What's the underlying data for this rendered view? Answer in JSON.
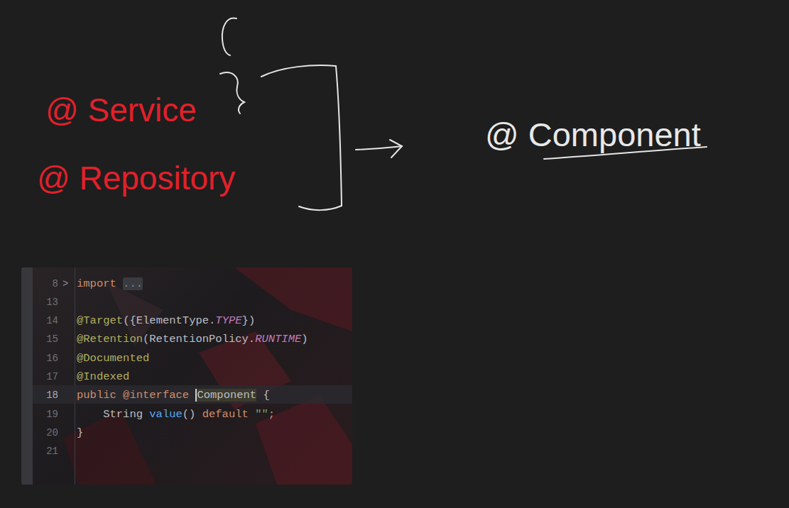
{
  "diagram": {
    "nodes": [
      {
        "text": [
          "8",
          ">",
          "import",
          "...",
          "13",
          "14",
          "@Target",
          "({ElementType.",
          "TYPE",
          "})",
          "15",
          "@Retention",
          "(RetentionPolicy.",
          "RUNTIME",
          ")",
          "16",
          "@Documented",
          "17",
          "@Indexed",
          "18",
          "public",
          "@interface",
          "Component",
          "{",
          "19",
          "String",
          "value",
          "()",
          "default",
          "\"\"",
          ";",
          "20",
          "}",
          "21"
        ]
      }
    ],
    "labels": [
      "@ Service",
      "@ Repository",
      "@ Component"
    ]
  }
}
